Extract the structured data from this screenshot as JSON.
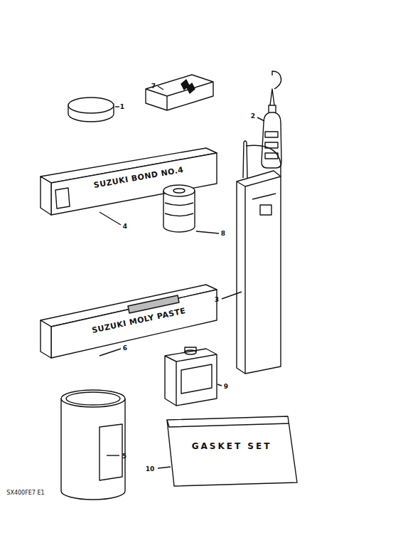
{
  "diagram": {
    "labels": [
      "1",
      "7",
      "2",
      "4",
      "8",
      "3",
      "6",
      "9",
      "5",
      "10",
      "SUZUKI BOND NO.4",
      "SUZUKI MOLY PASTE",
      "GASKET SET",
      "SX400FE7 E1"
    ]
  }
}
